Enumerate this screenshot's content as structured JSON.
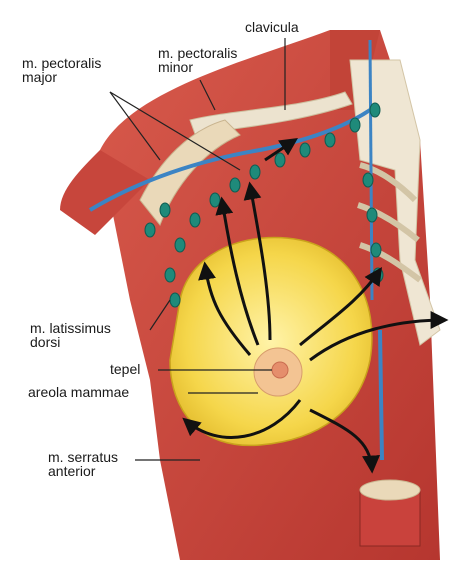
{
  "labels": {
    "clavicula": "clavicula",
    "pectoralis_minor_1": "m. pectoralis",
    "pectoralis_minor_2": "minor",
    "pectoralis_major_1": "m. pectoralis",
    "pectoralis_major_2": "major",
    "latissimus_1": "m. latissimus",
    "latissimus_2": "dorsi",
    "tepel": "tepel",
    "areola": "areola mammae",
    "serratus_1": "m. serratus",
    "serratus_2": "anterior"
  },
  "colors": {
    "muscle": "#c9423c",
    "muscle_dark": "#a8302d",
    "bone": "#ece3cf",
    "gland": "#f5d64a",
    "gland_edge": "#c9a21c",
    "skin": "#f0b98a",
    "vein": "#3c84c4",
    "node": "#1f8a7a",
    "arrow": "#111111"
  }
}
